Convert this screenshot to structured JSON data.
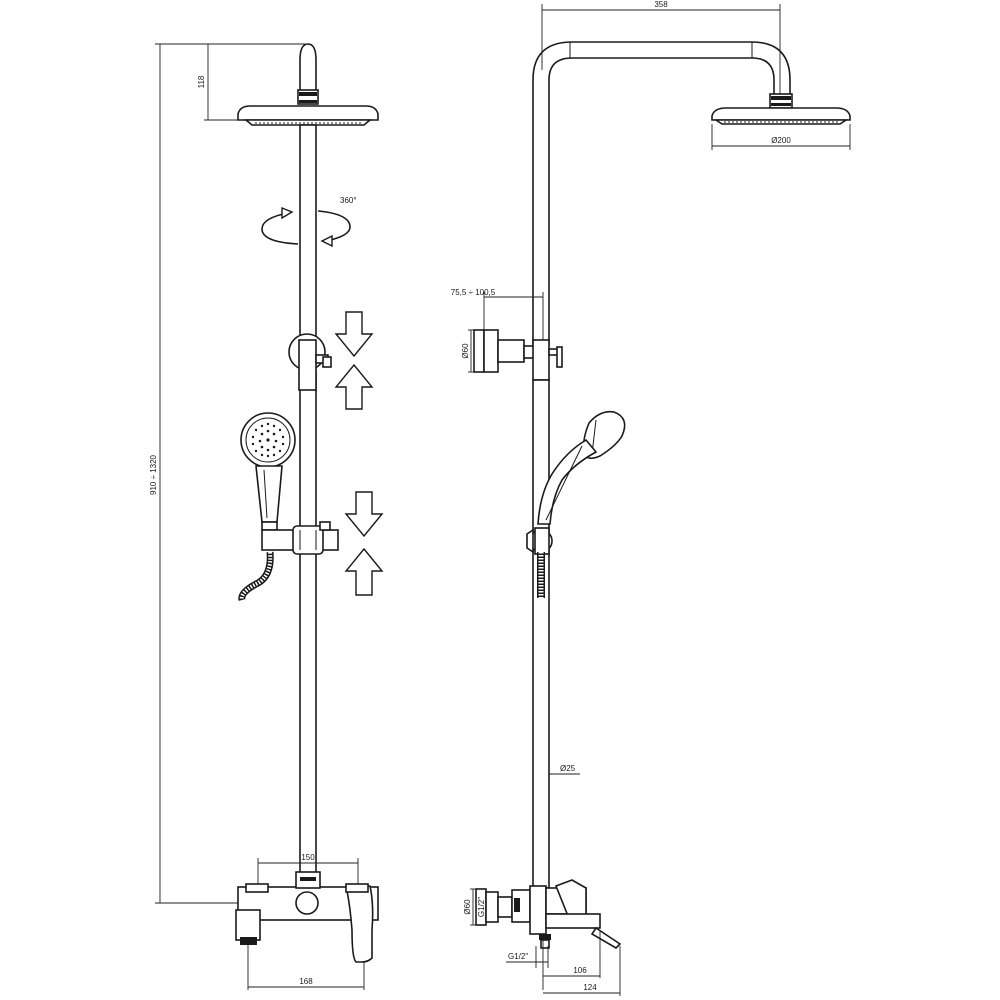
{
  "dimensions": {
    "arm_height": "118",
    "total_height": "910 ÷ 1320",
    "rotation": "360°",
    "mixer_centers": "150",
    "mixer_width": "168",
    "arm_reach": "358",
    "head_diameter": "Ø200",
    "bracket_offset": "75,5 ÷ 100,5",
    "bracket_diameter": "Ø60",
    "pipe_diameter": "Ø25",
    "flange_diameter": "Ø60",
    "inlet_thread_top": "G1/2\"",
    "inlet_thread_bottom": "G1/2\"",
    "spout_depth": "106",
    "total_depth": "124"
  }
}
